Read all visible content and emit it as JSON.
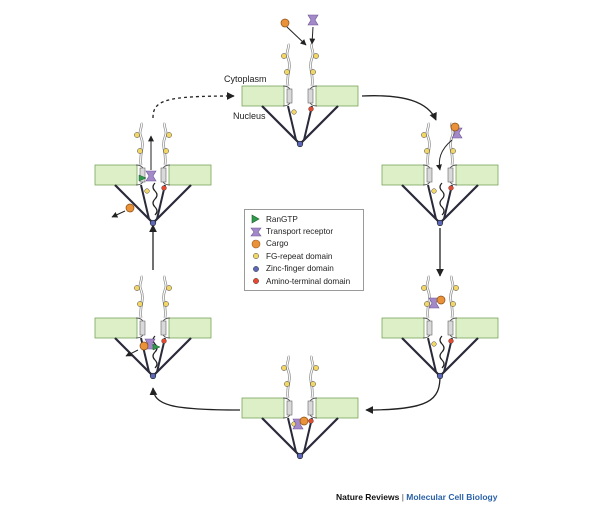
{
  "labels": {
    "cytoplasm": "Cytoplasm",
    "nucleus": "Nucleus"
  },
  "legend": [
    {
      "key": "ran_gtp",
      "label": "RanGTP",
      "symbol": "green-triangle",
      "color": "#2f9a4a"
    },
    {
      "key": "transport_receptor",
      "label": "Transport receptor",
      "symbol": "purple-bowtie",
      "color": "#a489c8"
    },
    {
      "key": "cargo",
      "label": "Cargo",
      "symbol": "orange-circle",
      "color": "#e9923a"
    },
    {
      "key": "fg_repeat_domain",
      "label": "FG-repeat domain",
      "symbol": "yellow-dot",
      "color": "#f3d766"
    },
    {
      "key": "zinc_finger_domain",
      "label": "Zinc-finger domain",
      "symbol": "blue-dot",
      "color": "#5c68b6"
    },
    {
      "key": "amino_terminal_domain",
      "label": "Amino-terminal domain",
      "symbol": "red-dot",
      "color": "#e6492f"
    }
  ],
  "credit": {
    "journal": "Nature Reviews",
    "separator": "|",
    "section": "Molecular Cell Biology"
  },
  "colors": {
    "membrane": "#dcefc6",
    "membrane_edge": "#7aa35a",
    "pore": "#d9d9d9",
    "basket": "#2a2a3a",
    "arrow": "#222222"
  }
}
